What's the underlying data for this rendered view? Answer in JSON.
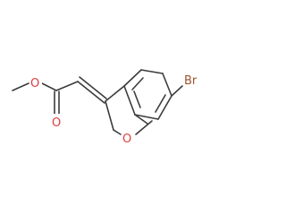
{
  "molecule": {
    "atoms": [
      {
        "id": "O_methoxy",
        "label": "O",
        "color": "#e03c3c"
      },
      {
        "id": "O_carbonyl",
        "label": "O",
        "color": "#e03c3c"
      },
      {
        "id": "O_ring",
        "label": "O",
        "color": "#e03c3c"
      },
      {
        "id": "Br",
        "label": "Br",
        "color": "#a0522d"
      }
    ],
    "bond_color": "#3c3c3c"
  }
}
